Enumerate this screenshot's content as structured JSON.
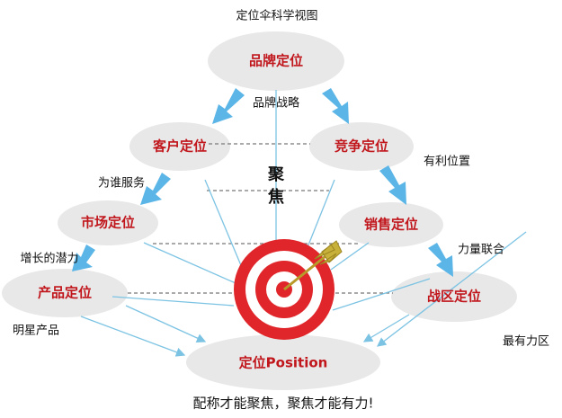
{
  "title": "定位伞科学视图",
  "nodes": {
    "brand": "品牌定位",
    "customer": "客户定位",
    "competition": "竞争定位",
    "market": "市场定位",
    "sales": "销售定位",
    "product": "产品定位",
    "warzone": "战区定位",
    "position": "定位Position"
  },
  "labels": {
    "brand_strategy": "品牌战略",
    "serve_whom": "为谁服务",
    "advantage_position": "有利位置",
    "focus_1": "聚",
    "focus_2": "焦",
    "growth_potential": "增长的潜力",
    "joint_force": "力量联合",
    "star_product": "明星产品",
    "strongest_zone": "最有力区"
  },
  "footer": "配称才能聚焦，聚焦才能有力!",
  "colors": {
    "accent": "#c0161c",
    "arrow": "#5bb5e6",
    "node": "#e8e8e8"
  }
}
